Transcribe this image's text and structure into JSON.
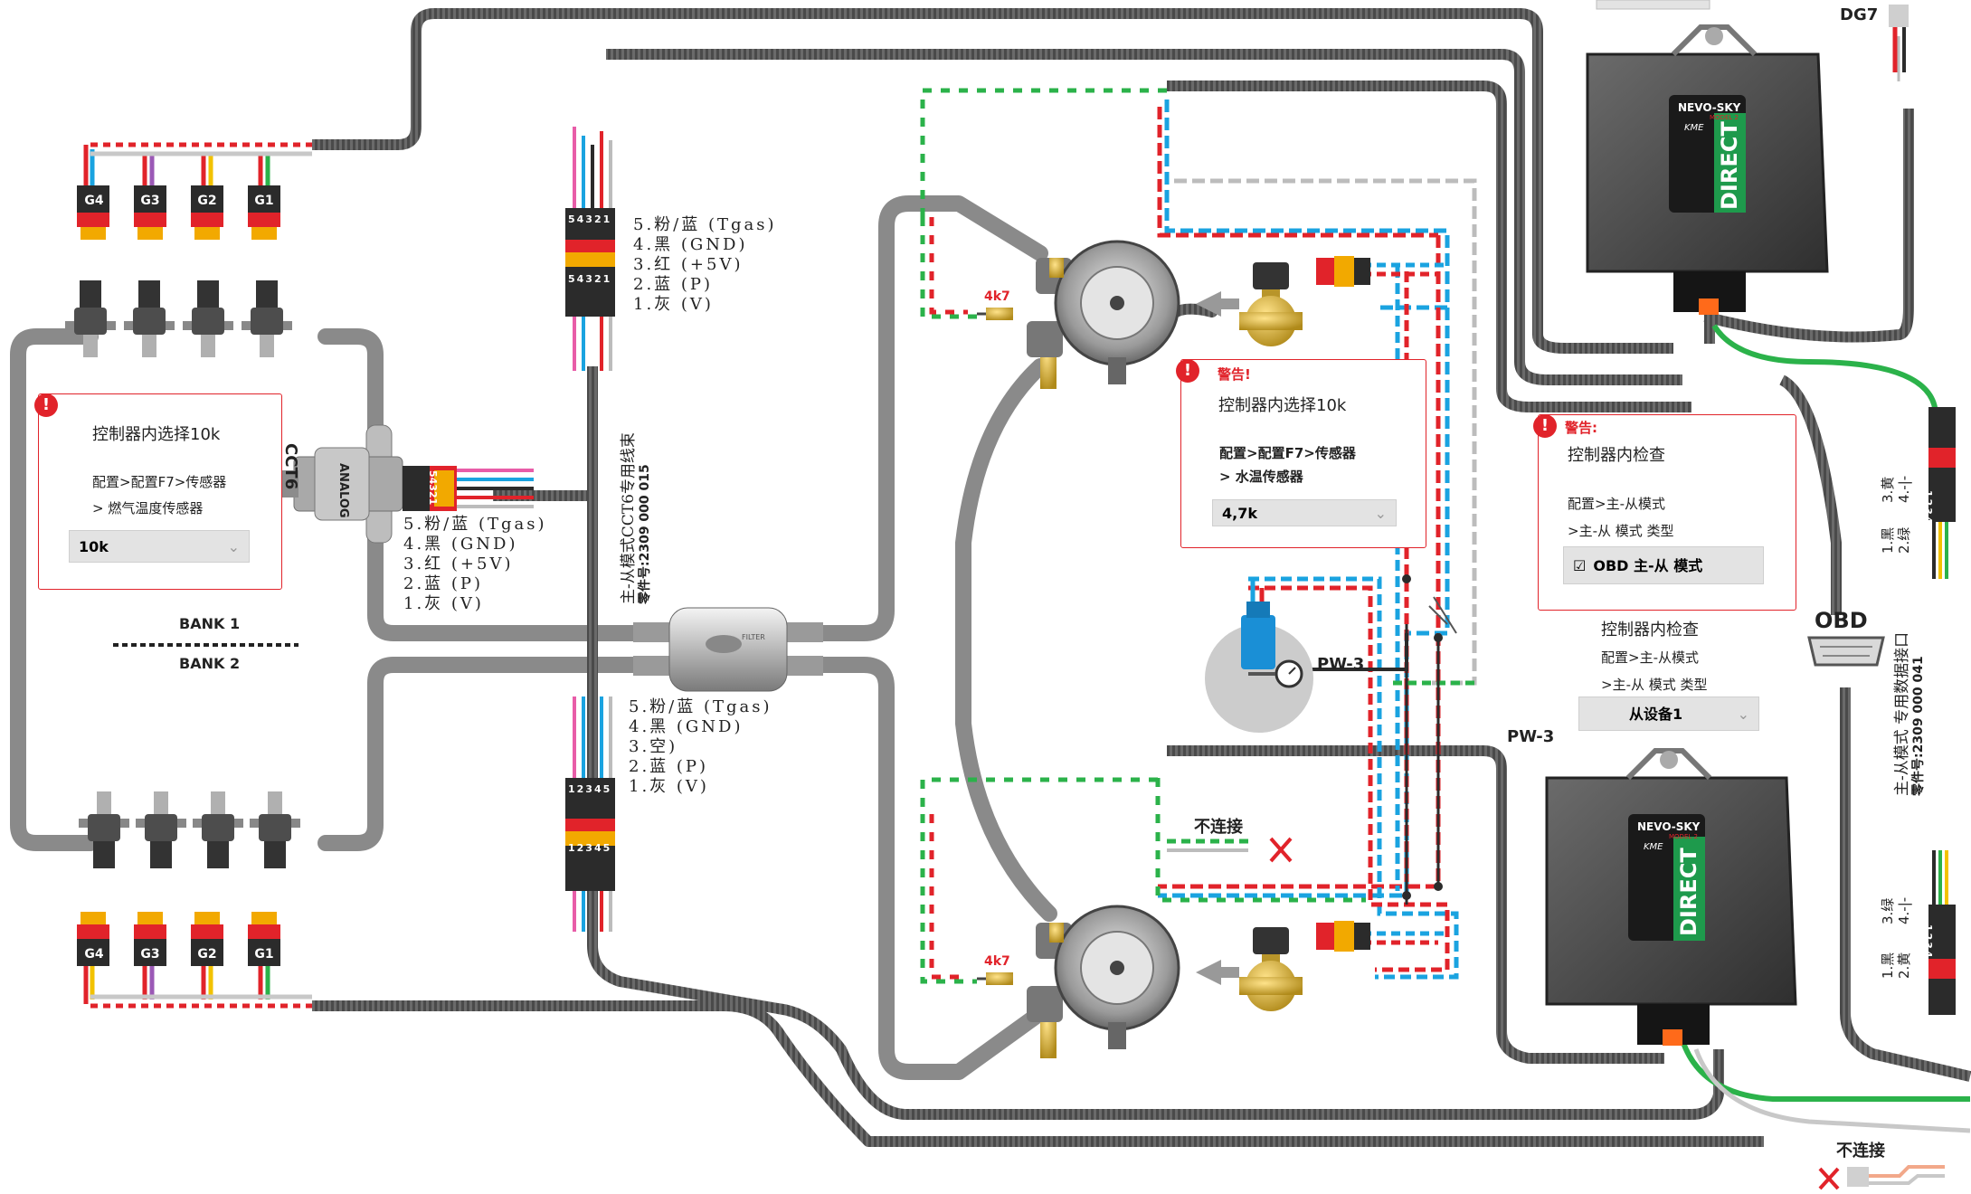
{
  "injectors_top": [
    "G4",
    "G3",
    "G2",
    "G1"
  ],
  "injectors_bottom": [
    "G4",
    "G3",
    "G2",
    "G1"
  ],
  "bank1": "BANK 1",
  "bank2": "BANK 2",
  "cct6_label": "CCT6",
  "analog_label": "ANALOG",
  "pins_54321": "54321",
  "pins_12345": "12345",
  "pins_1234": "1234",
  "filter_label": "FILTER",
  "sensor_pins_a": [
    "5.粉/蓝 (Tgas)",
    "4.黑 (GND)",
    "3.红 (+5V)",
    "2.蓝 (P)",
    "1.灰 (V)"
  ],
  "sensor_pins_b": [
    "5.粉/蓝 (Tgas)",
    "4.黑 (GND)",
    "3.红 (+5V)",
    "2.蓝 (P)",
    "1.灰 (V)"
  ],
  "sensor_pins_c": [
    "5.粉/蓝 (Tgas)",
    "4.黑 (GND)",
    "3.空)",
    "2.蓝 (P)",
    "1.灰 (V)"
  ],
  "cct6_harness": "主-从模式CCT6专用线束",
  "cct6_part": "零件号:2309 000 015",
  "box_left": {
    "text": "控制器内选择10k",
    "path1": "配置>配置F7>传感器",
    "path2": ">  燃气温度传感器",
    "value": "10k"
  },
  "box_mid": {
    "title": "警告!",
    "text": "控制器内选择10k",
    "path1": "配置>配置F7>传感器",
    "path2": ">  水温传感器",
    "value": "4,7k"
  },
  "box_right": {
    "title": "警告:",
    "text": "控制器内检查",
    "path1": "配置>主-从模式",
    "path2": ">主-从 模式 类型",
    "value": "OBD 主-从 模式",
    "check": "☑"
  },
  "slave_check": {
    "text": "控制器内检查",
    "path1": "配置>主-从模式",
    "path2": ">主-从 模式 类型",
    "value": "从设备1"
  },
  "resistor_top": "4k7",
  "resistor_bottom": "4k7",
  "pw3_sensor": "PW-3",
  "pw3_ecu": "PW-3",
  "not_connected_mid": "不连接",
  "not_connected_bottom": "不连接",
  "dg7": "DG7",
  "obd": "OBD",
  "obd_harness": "主-从模式 专用数据接口",
  "obd_part": "零件号:2309 000 041",
  "conn_top_pins": [
    "1.黑",
    "2.绿"
  ],
  "conn_top_pins_b": [
    "3.黄",
    "4.-|-"
  ],
  "conn_bottom_pins": [
    "1.黑",
    "2.黄"
  ],
  "conn_bottom_pins_b": [
    "3.绿",
    "4.-|-"
  ],
  "ecu": {
    "brand": "NEVO-SKY",
    "model": "MODEL 2",
    "kme": "KME",
    "direct": "DIRECT"
  },
  "colors": {
    "accent_red": "#e1232a",
    "pipe_gray": "#8a8a8a",
    "wire_green": "#2bb24a",
    "wire_blue": "#1aa3e0"
  }
}
